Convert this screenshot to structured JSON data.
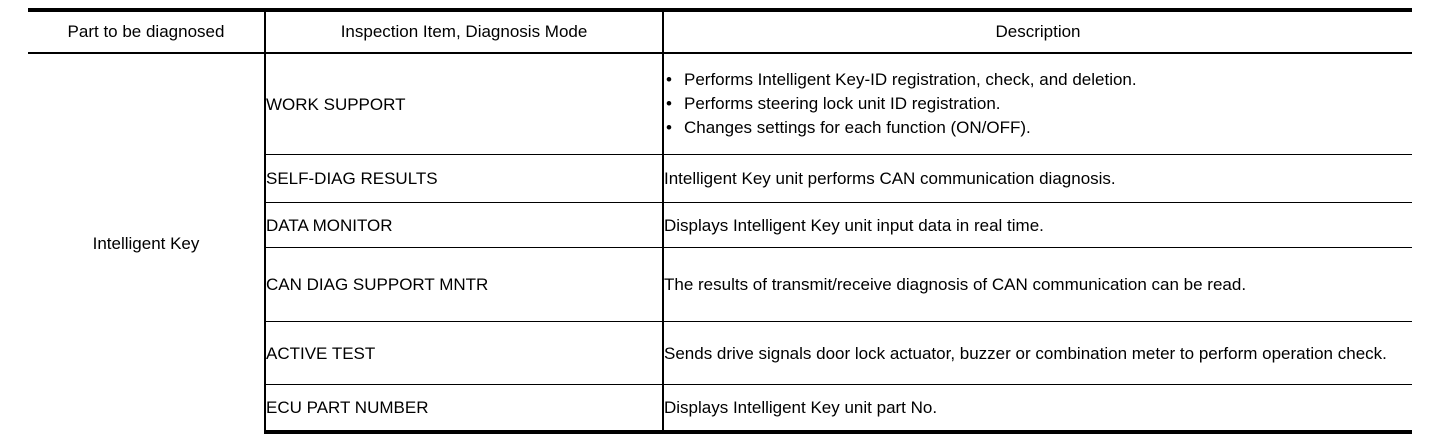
{
  "table": {
    "headers": {
      "part": "Part to be diagnosed",
      "mode": "Inspection Item, Diagnosis Mode",
      "description": "Description"
    },
    "part_label": "Intelligent Key",
    "rows": [
      {
        "mode": "WORK SUPPORT",
        "description_type": "bullets",
        "bullets": [
          "Performs Intelligent Key-ID registration, check, and deletion.",
          "Performs steering lock unit ID registration.",
          "Changes settings for each function (ON/OFF)."
        ],
        "bullet_glyph": "•"
      },
      {
        "mode": "SELF-DIAG RESULTS",
        "description_type": "text",
        "description": "Intelligent Key unit performs CAN communication diagnosis."
      },
      {
        "mode": "DATA MONITOR",
        "description_type": "text",
        "description": "Displays Intelligent Key unit input data in real time."
      },
      {
        "mode": "CAN DIAG SUPPORT MNTR",
        "description_type": "text",
        "description": "The results of transmit/receive diagnosis of CAN communication can be read."
      },
      {
        "mode": "ACTIVE TEST",
        "description_type": "text",
        "description": "Sends drive signals door lock actuator, buzzer or combination meter to perform operation check."
      },
      {
        "mode": "ECU PART NUMBER",
        "description_type": "text",
        "description": "Displays Intelligent Key unit part No."
      }
    ]
  },
  "colors": {
    "rule": "#000000",
    "text": "#000000",
    "background": "#ffffff"
  }
}
